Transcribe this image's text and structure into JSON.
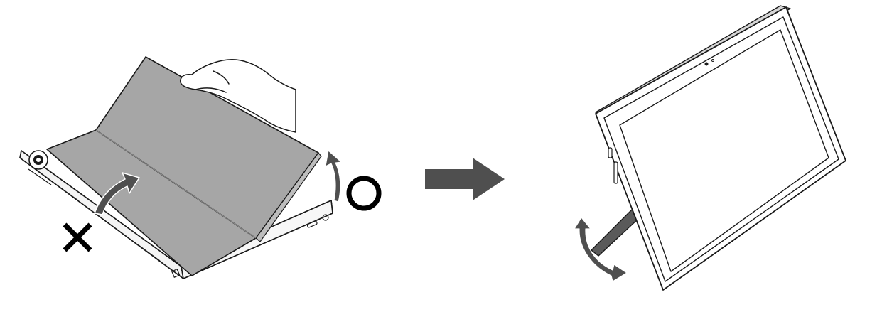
{
  "illustration": {
    "steps": [
      {
        "id": "open-cover",
        "symbols": [
          "wrong-mark",
          "correct-mark"
        ]
      },
      {
        "id": "stand-deployed",
        "symbols": [
          "rotate-arrow"
        ]
      }
    ],
    "colors": {
      "outline": "#1a1a1a",
      "cover_gray": "#a6a6a6",
      "stand_gray": "#5a5a5a",
      "arrow_gray": "#4f4f4f",
      "mark_black": "#000000",
      "background": "#ffffff"
    },
    "icons": [
      "wrong-mark-icon",
      "correct-mark-icon",
      "curved-arrow-icon",
      "right-arrow-icon",
      "rotate-arrow-icon",
      "hand-icon"
    ]
  }
}
